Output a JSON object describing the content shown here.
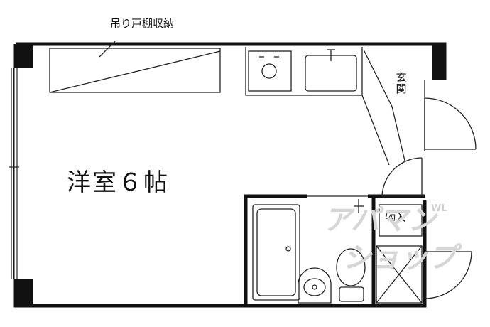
{
  "labels": {
    "hanging_storage": "吊り戸棚収納",
    "room": "洋室６帖",
    "entrance": "玄関",
    "storage": "物入"
  },
  "watermark": {
    "line1": "アパマン",
    "line2": "ショップ",
    "mark": "WL"
  },
  "colors": {
    "wall": "#111111",
    "line": "#222222",
    "watermark": "#d6d6d6"
  }
}
